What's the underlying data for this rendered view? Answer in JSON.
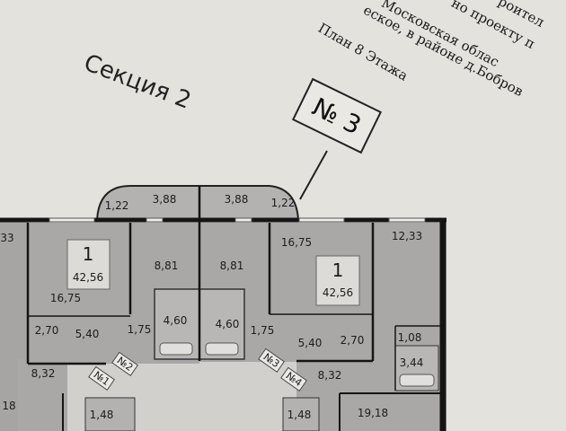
{
  "header_lines": [
    "роител",
    "но проекту п",
    "Московская облас",
    "еское, в районе д.Бобров"
  ],
  "plan_title": "План 8 Этажа",
  "section_label": "Секция 2",
  "apartment_tag": "№ 3",
  "apartments": [
    {
      "number": "1",
      "area": "42,56"
    },
    {
      "number": "1",
      "area": "42,56"
    }
  ],
  "rooms_left": {
    "balcony_a": "1,22",
    "balcony_b": "3,88",
    "living": "16,75",
    "kitchen": "8,81",
    "storage": "2,70",
    "hall": "5,40",
    "corridor": "1,75",
    "bath": "4,60"
  },
  "rooms_right": {
    "balcony_a": "3,88",
    "balcony_b": "1,22",
    "kitchen": "8,81",
    "bath": "4,60",
    "corridor": "1,75",
    "living": "16,75",
    "hall": "5,40",
    "storage": "2,70"
  },
  "far_right": {
    "room_top": "12,33",
    "wc": "1,08",
    "bath": "3,44",
    "hall": "8,32",
    "room_bottom": "19,18",
    "closet": "1,48"
  },
  "far_left": {
    "hall": "8,32",
    "closet": "1,48",
    "partial_top": "33",
    "partial_bottom": "18"
  },
  "door_tags": [
    "№1",
    "№2",
    "№3",
    "№4"
  ]
}
